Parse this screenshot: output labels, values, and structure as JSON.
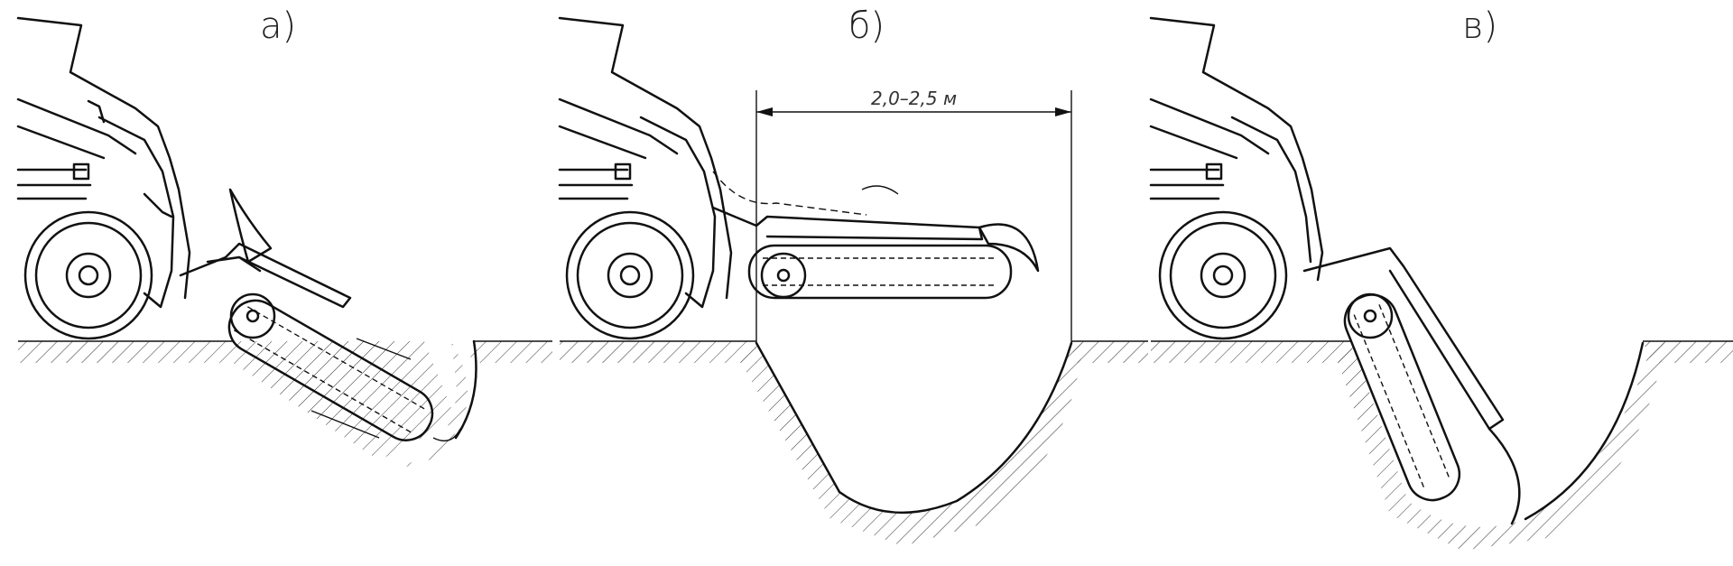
{
  "colors": {
    "ink": "#111111",
    "background": "#ffffff"
  },
  "panels": [
    {
      "id": "a",
      "label": "а)"
    },
    {
      "id": "b",
      "label": "б)",
      "dimension": "2,0–2,5 м"
    },
    {
      "id": "c",
      "label": "в)"
    }
  ]
}
